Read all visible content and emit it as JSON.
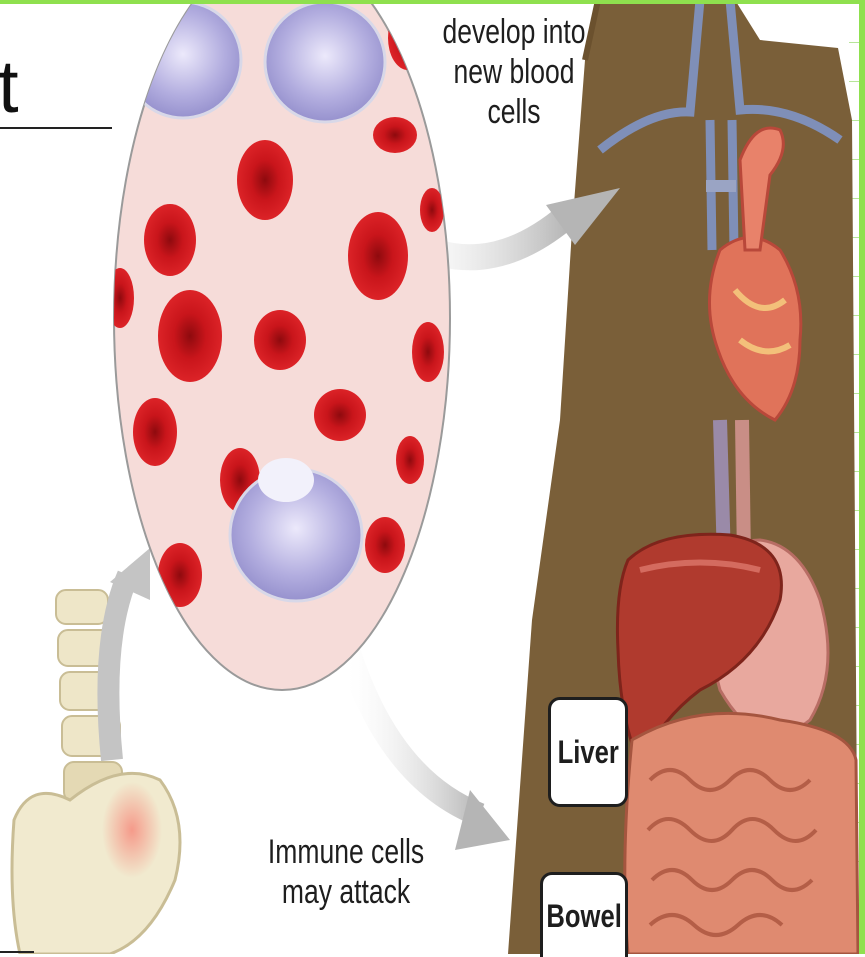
{
  "slide": {
    "partial_heading": "t"
  },
  "labels": {
    "develop": "develop into new blood cells",
    "immune": "Immune cells may attack"
  },
  "callouts": {
    "liver": "Liver",
    "bowel": "Bowel"
  },
  "colors": {
    "frame": "#8fe04e",
    "body": "#7a5f39",
    "blood_cell": "#c8141a",
    "stem_cell": "#a9a4de",
    "circle_bg": "#f6dcd9",
    "liver": "#b03a2e",
    "bowel": "#df8a70",
    "heart": "#e0735a",
    "bone": "#eee6c8",
    "arrow": "#bdbdbd"
  }
}
